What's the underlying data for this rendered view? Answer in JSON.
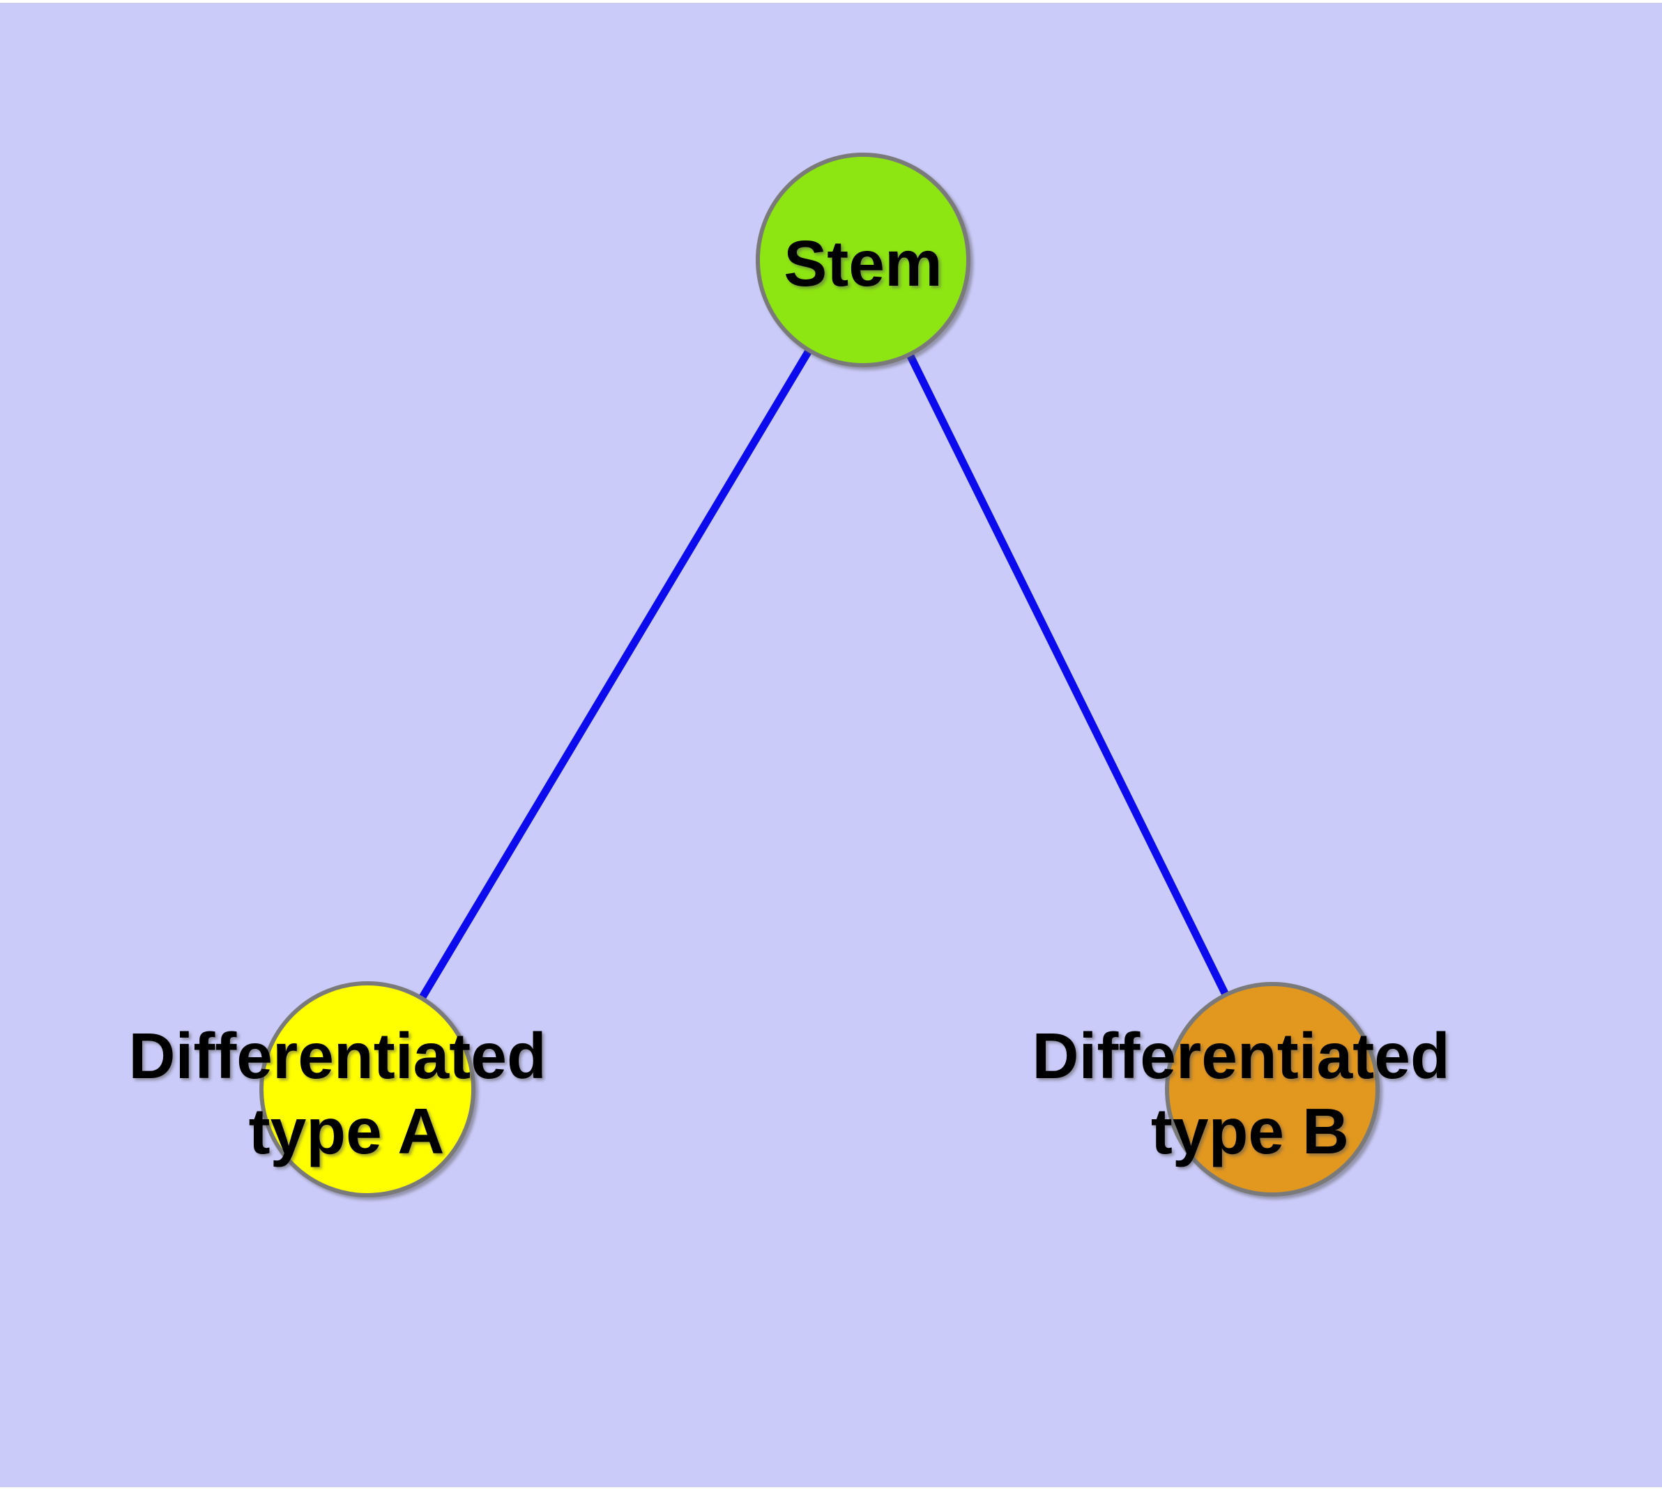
{
  "diagram": {
    "background_color": "#cacbf8",
    "edge_color": "#0b0bee",
    "node_border_color": "#7a7a7a",
    "text_color": "#000000",
    "nodes": [
      {
        "id": "stem",
        "label": "Stem",
        "label_line1": "Stem",
        "label_line2": "",
        "fill": "#8de512"
      },
      {
        "id": "type-a",
        "label": "Differentiated type A",
        "label_line1": "Differentiated",
        "label_line2": "type A",
        "fill": "#ffff00"
      },
      {
        "id": "type-b",
        "label": "Differentiated type B",
        "label_line1": "Differentiated",
        "label_line2": "type B",
        "fill": "#e2971f"
      }
    ],
    "edges": [
      {
        "from": "Stem",
        "to": "Differentiated type A"
      },
      {
        "from": "Stem",
        "to": "Differentiated type B"
      }
    ]
  }
}
